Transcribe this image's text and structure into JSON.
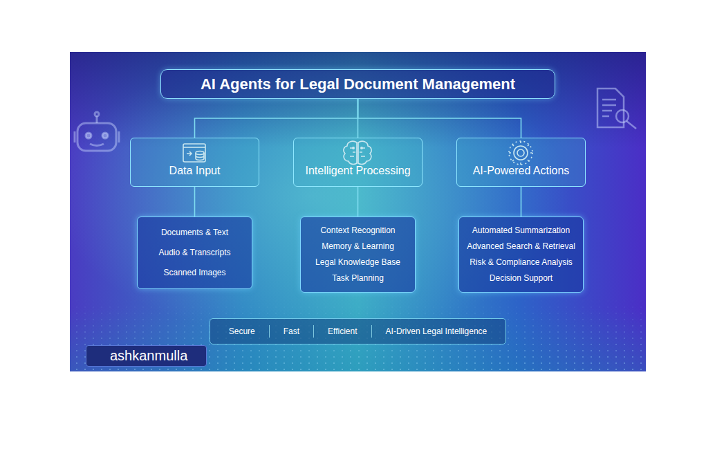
{
  "diagram": {
    "nodes": [
      {
        "text": [
          "AI Agents for Legal Document Management"
        ]
      },
      {
        "text": [
          "Data Input"
        ]
      },
      {
        "text": [
          "Intelligent Processing"
        ]
      },
      {
        "text": [
          "AI-Powered Actions"
        ]
      },
      {
        "text": [
          "Documents & Text",
          "Audio & Transcripts",
          "Scanned Images"
        ]
      },
      {
        "text": [
          "Context Recognition",
          "Memory & Learning",
          "Legal Knowledge Base",
          "Task Planning"
        ]
      },
      {
        "text": [
          "Automated Summarization",
          "Advanced Search & Retrieval",
          "Risk & Compliance Analysis",
          "Decision Support"
        ]
      },
      {
        "text": [
          "Secure",
          "Fast",
          "Efficient",
          "AI-Driven Legal Intelligence"
        ]
      },
      {
        "text": [
          "ashkanmulla"
        ]
      }
    ],
    "edges": [
      {
        "from": 0,
        "to": 1,
        "arrow": "none"
      },
      {
        "from": 0,
        "to": 2,
        "arrow": "none"
      },
      {
        "from": 0,
        "to": 3,
        "arrow": "none"
      },
      {
        "from": 1,
        "to": 4,
        "arrow": "none"
      },
      {
        "from": 2,
        "to": 5,
        "arrow": "none"
      },
      {
        "from": 3,
        "to": 6,
        "arrow": "none"
      }
    ]
  }
}
